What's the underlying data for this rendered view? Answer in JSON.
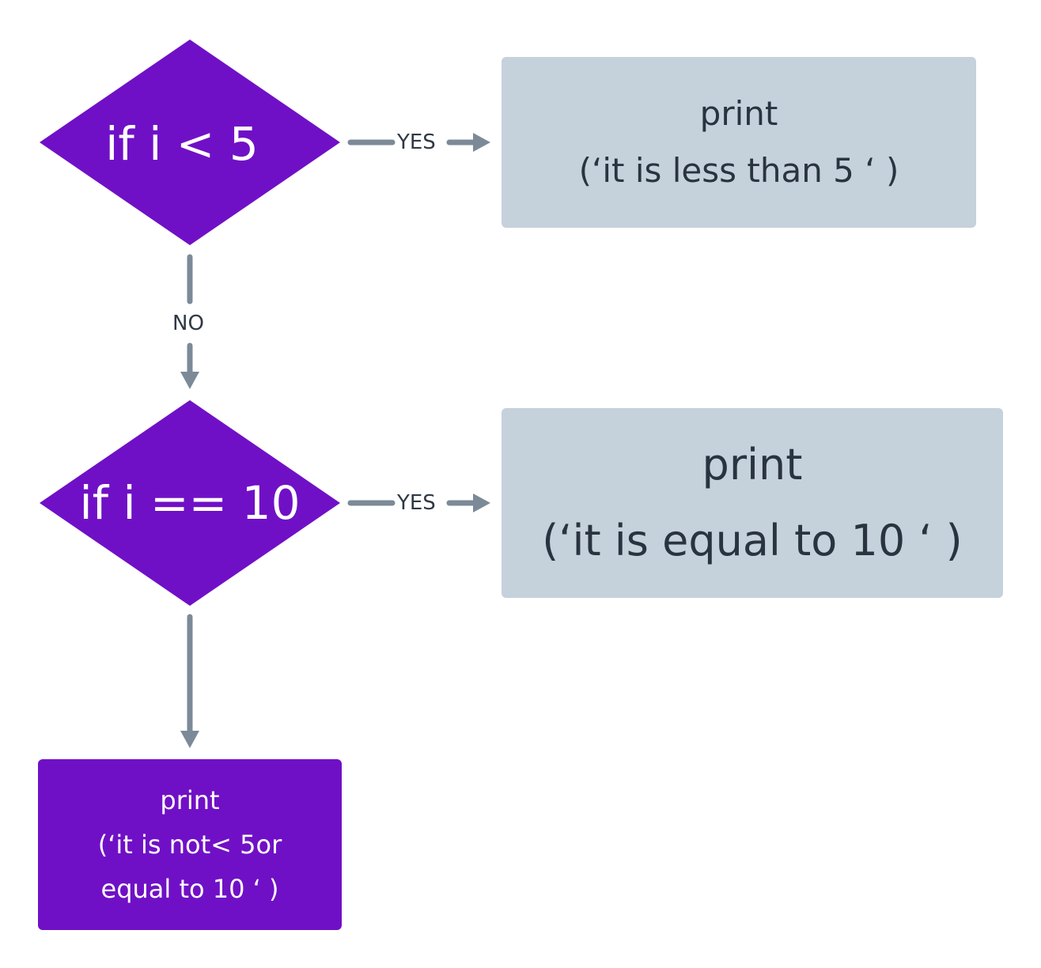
{
  "diagram": {
    "colors": {
      "decision_fill": "#7010c6",
      "process_fill_grey": "#c5d1db",
      "process_fill_purple": "#7010c6",
      "connector": "#7c8a98",
      "text_dark": "#2a3340",
      "text_light": "#ffffff"
    },
    "nodes": {
      "decision1": {
        "text": "if i < 5"
      },
      "decision2": {
        "text": "if i == 10"
      },
      "box1": {
        "line1": "print",
        "line2": "(‘it is less than 5 ‘ )"
      },
      "box2": {
        "line1": "print",
        "line2": "(‘it is equal to 10 ‘ )"
      },
      "box3": {
        "line1": "print",
        "line2": "(‘it is not< 5or",
        "line3": "equal to 10 ‘ )"
      }
    },
    "edges": {
      "yes1": "YES",
      "no1": "NO",
      "yes2": "YES"
    }
  }
}
